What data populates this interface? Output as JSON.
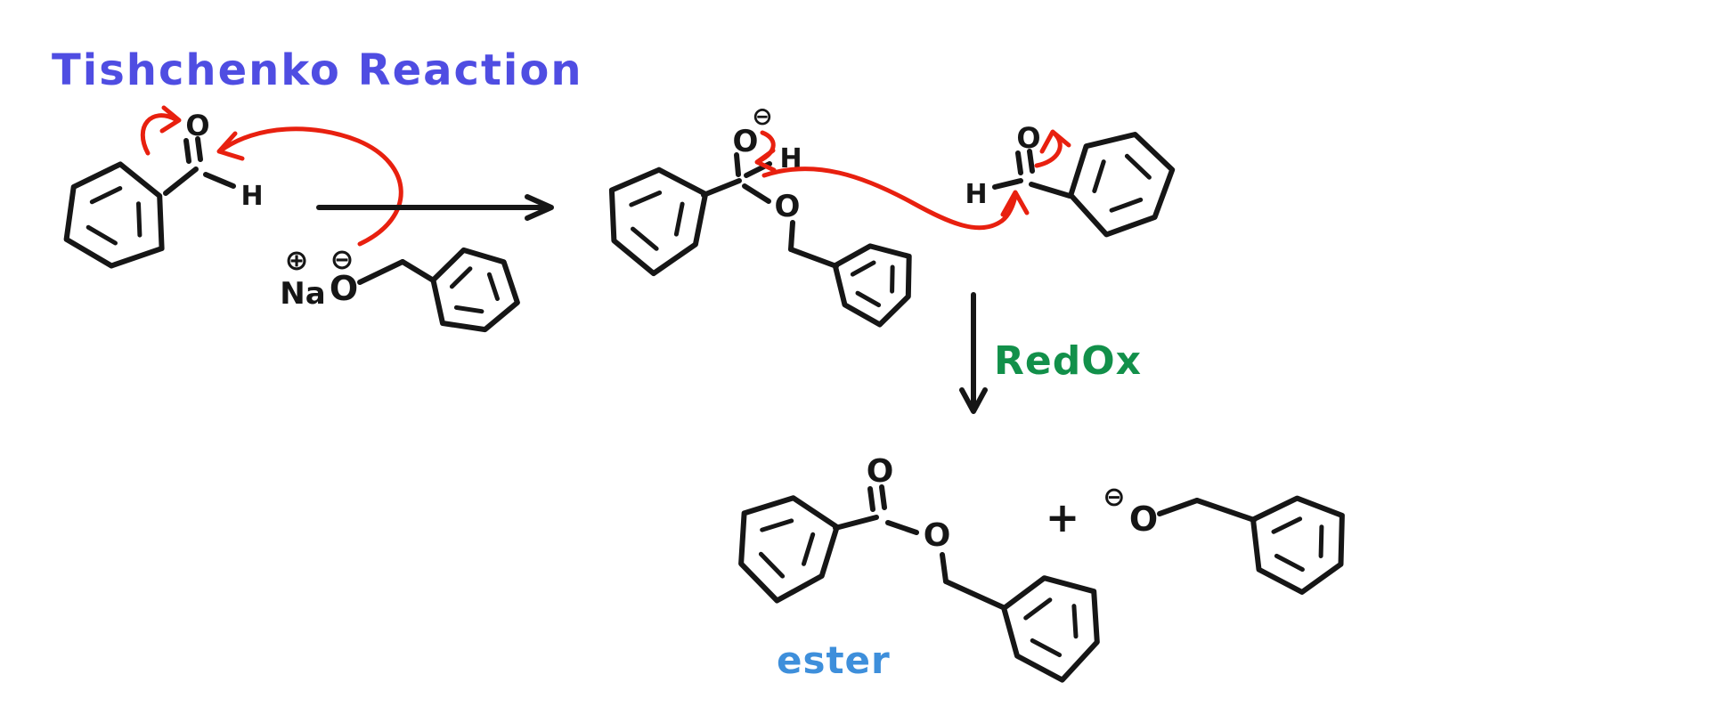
{
  "title": {
    "label": "Tishchenko Reaction"
  },
  "colors": {
    "title": "#4f4de2",
    "ink": "#161616",
    "electron_arrow": "#e8200f",
    "redox": "#12904a",
    "ester_caption": "#3e8fdb"
  },
  "scheme": {
    "reactant_benzaldehyde": {
      "carbonyl_o": "O",
      "aldehyde_h": "H"
    },
    "sodium_benzyloxide": {
      "plus_charge": "⊕",
      "minus_charge": "⊖",
      "sodium": "Na",
      "oxygen": "O"
    },
    "alkoxide_intermediate": {
      "minus_charge": "⊖",
      "alkoxide_o": "O",
      "hydride_h": "H",
      "ether_o": "O"
    },
    "acceptor_benzaldehyde": {
      "aldehyde_h": "H",
      "carbonyl_o": "O"
    },
    "redox_step_label": "RedOx",
    "products": {
      "benzyl_benzoate": {
        "carbonyl_o": "O",
        "ester_o": "O",
        "caption": "ester"
      },
      "plus_sign": "+",
      "benzyloxide": {
        "minus_charge": "⊖",
        "oxygen": "O"
      }
    }
  }
}
